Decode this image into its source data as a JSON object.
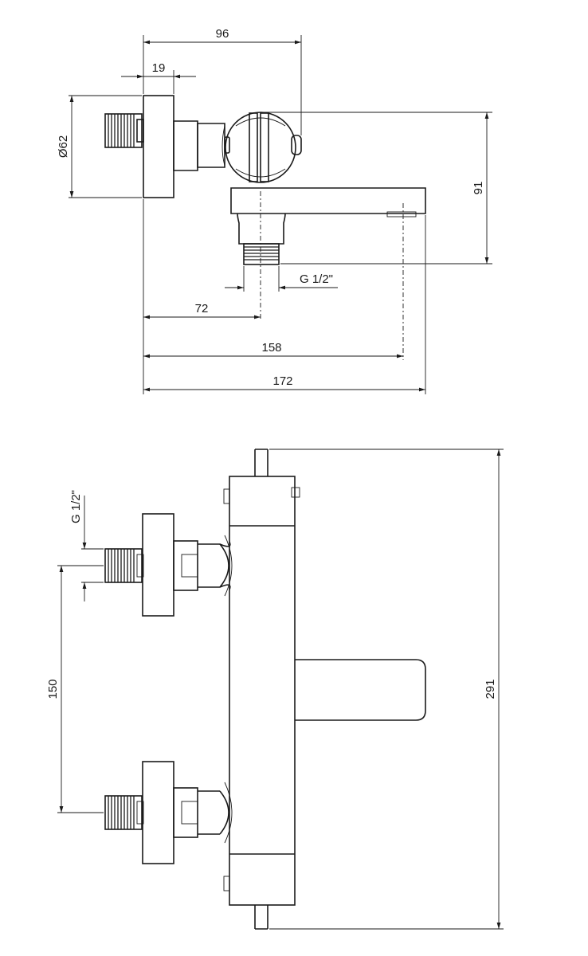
{
  "top_view": {
    "dim_96": "96",
    "dim_19": "19",
    "dim_d62": "Ø62",
    "dim_91": "91",
    "thread": "G 1/2\"",
    "dim_72": "72",
    "dim_158": "158",
    "dim_172": "172"
  },
  "front_view": {
    "thread": "G 1/2\"",
    "dim_150": "150",
    "dim_291": "291"
  },
  "colors": {
    "line": "#1a1a1a",
    "background": "#ffffff"
  }
}
